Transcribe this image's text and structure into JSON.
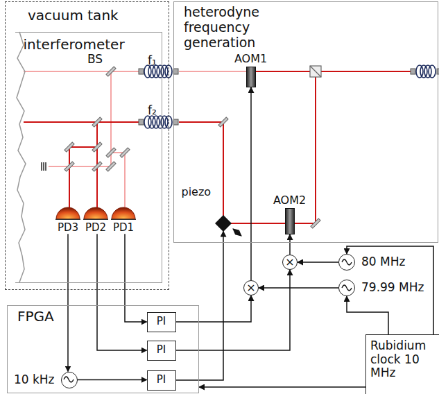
{
  "diagram": {
    "nodes": [
      {
        "text": [
          "vacuum tank"
        ]
      },
      {
        "text": [
          "interferometer"
        ],
        "in": 0
      },
      {
        "text": [
          "PD3"
        ],
        "in": 1
      },
      {
        "text": [
          "PD2"
        ],
        "in": 1
      },
      {
        "text": [
          "PD1"
        ],
        "in": 1
      },
      {
        "text": [
          "heterodyne frequency generation"
        ]
      },
      {
        "text": [
          "AOM1"
        ],
        "in": 5
      },
      {
        "text": [
          "AOM2"
        ],
        "in": 5
      },
      {
        "text": [
          "piezo"
        ],
        "in": 5
      },
      {
        "text": [
          "×"
        ]
      },
      {
        "text": [
          "80 MHz"
        ]
      },
      {
        "text": [
          "×"
        ]
      },
      {
        "text": [
          "79.99 MHz"
        ]
      },
      {
        "text": [
          "FPGA"
        ]
      },
      {
        "text": [
          "PI"
        ],
        "in": 13
      },
      {
        "text": [
          "PI"
        ],
        "in": 13
      },
      {
        "text": [
          "10 kHz"
        ],
        "in": 13
      },
      {
        "text": [
          "PI"
        ],
        "in": 13
      },
      {
        "text": [
          "Rubidium clock 10 MHz"
        ]
      }
    ],
    "edges": [
      {
        "from": 4,
        "to": 14,
        "arrow": "to"
      },
      {
        "from": 3,
        "to": 15,
        "arrow": "to"
      },
      {
        "from": 2,
        "to": 16,
        "arrow": "to"
      },
      {
        "from": 16,
        "to": 17,
        "arrow": "to"
      },
      {
        "from": 14,
        "to": 11,
        "arrow": "to"
      },
      {
        "from": 15,
        "to": 9,
        "arrow": "to"
      },
      {
        "from": 17,
        "to": 8,
        "arrow": "to"
      },
      {
        "from": 11,
        "to": 6,
        "arrow": "to"
      },
      {
        "from": 9,
        "to": 7,
        "arrow": "to"
      },
      {
        "from": 10,
        "to": 9,
        "arrow": "to"
      },
      {
        "from": 12,
        "to": 11,
        "arrow": "to"
      },
      {
        "from": 18,
        "to": 10,
        "arrow": "to"
      },
      {
        "from": 18,
        "to": 12,
        "arrow": "to"
      },
      {
        "from": 18,
        "to": 13,
        "arrow": "to"
      }
    ],
    "labels": [
      "BS",
      "f₁",
      "f₂"
    ]
  }
}
